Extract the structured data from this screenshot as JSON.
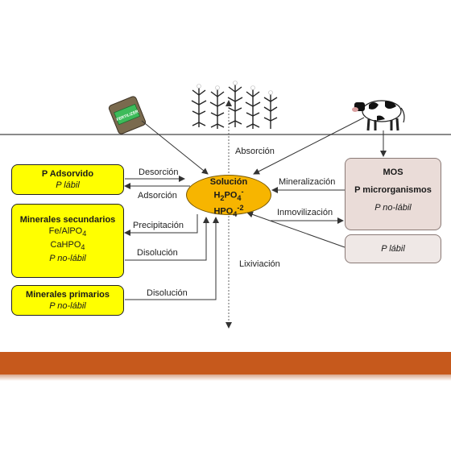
{
  "center": {
    "title": "Solución",
    "formula1": "H2PO4-",
    "formula1_html": "H<sub>2</sub>PO<sub>4</sub><sup>-</sup>",
    "formula2": "HPO4-2",
    "formula2_html": "HPO<sub>4</sub><sup>-2</sup>"
  },
  "boxes": {
    "adsorbido": {
      "title": "P Adsorvido",
      "sub": "P lábil"
    },
    "secundarios": {
      "title": "Minerales secundarios",
      "line1": "Fe/AlPO4",
      "line1_html": "Fe/AlPO<sub>4</sub>",
      "line2": "CaHPO4",
      "line2_html": "CaHPO<sub>4</sub>",
      "sub": "P no-lábil"
    },
    "primarios": {
      "title": "Minerales primarios",
      "sub": "P no-lábil"
    },
    "mos": {
      "title": "MOS",
      "line1": "P microrganismos",
      "sub": "P no-lábil"
    },
    "labil": {
      "sub": "P lábil"
    }
  },
  "labels": {
    "desorcion": "Desorción",
    "adsorcion": "Adsorción",
    "precipitacion": "Precipitación",
    "disolucion1": "Disolución",
    "disolucion2": "Disolución",
    "absorcion": "Absorción",
    "mineralizacion": "Mineralización",
    "inmovilizacion": "Inmovilización",
    "lixiviacion": "Lixiviación"
  },
  "icons": {
    "fertilizer": {
      "name": "fertilizer-bag-icon",
      "label": "FERTILIZER"
    },
    "plants": {
      "name": "corn-plants-icon"
    },
    "cow": {
      "name": "cow-icon"
    }
  },
  "colors": {
    "yellow_box": "#ffff00",
    "solution_oval": "#f7b500",
    "organic_box": "#eadcd8",
    "soil_band": "#c6591c"
  }
}
